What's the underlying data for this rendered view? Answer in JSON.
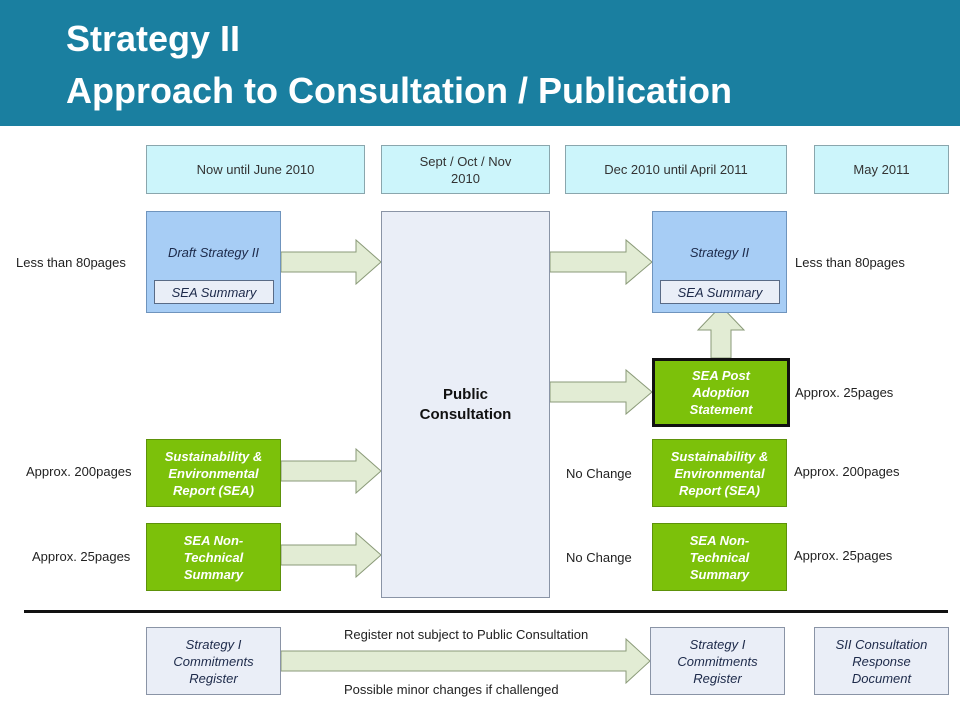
{
  "header": {
    "title_line1": "Strategy II",
    "title_line2": "Approach to Consultation / Publication",
    "background": "#1a7fa0"
  },
  "timeline": [
    "Now until June 2010",
    "Sept / Oct / Nov 2010",
    "Dec 2010 until April 2011",
    "May 2011"
  ],
  "left_docs": {
    "draft_strategy": {
      "title": "Draft Strategy II",
      "summary": "SEA Summary",
      "size": "Less than 80pages"
    },
    "sustainability": {
      "title": "Sustainability & Environmental Report (SEA)",
      "size": "Approx. 200pages"
    },
    "non_technical": {
      "title": "SEA Non-Technical Summary",
      "size": "Approx. 25pages"
    }
  },
  "consultation": {
    "label": "Public Consultation"
  },
  "right_docs": {
    "strategy": {
      "title": "Strategy II",
      "summary": "SEA Summary",
      "size": "Less than 80pages"
    },
    "post_adoption": {
      "title": "SEA Post Adoption Statement",
      "size": "Approx. 25pages"
    },
    "sustainability": {
      "title": "Sustainability & Environmental Report (SEA)",
      "size": "Approx. 200pages",
      "change": "No Change"
    },
    "non_technical": {
      "title": "SEA Non-Technical Summary",
      "size": "Approx. 25pages",
      "change": "No Change"
    }
  },
  "register": {
    "left": "Strategy I Commitments Register",
    "right": "Strategy I Commitments Register",
    "response_doc": "SII Consultation Response Document",
    "note_above": "Register not subject to Public Consultation",
    "note_below": "Possible minor changes if challenged"
  },
  "colors": {
    "green": "#7cc10a",
    "blue": "#a7cdf5",
    "cyan": "#ccf5fb",
    "grey": "#eaeef7",
    "arrow": "#e2ecd4"
  }
}
